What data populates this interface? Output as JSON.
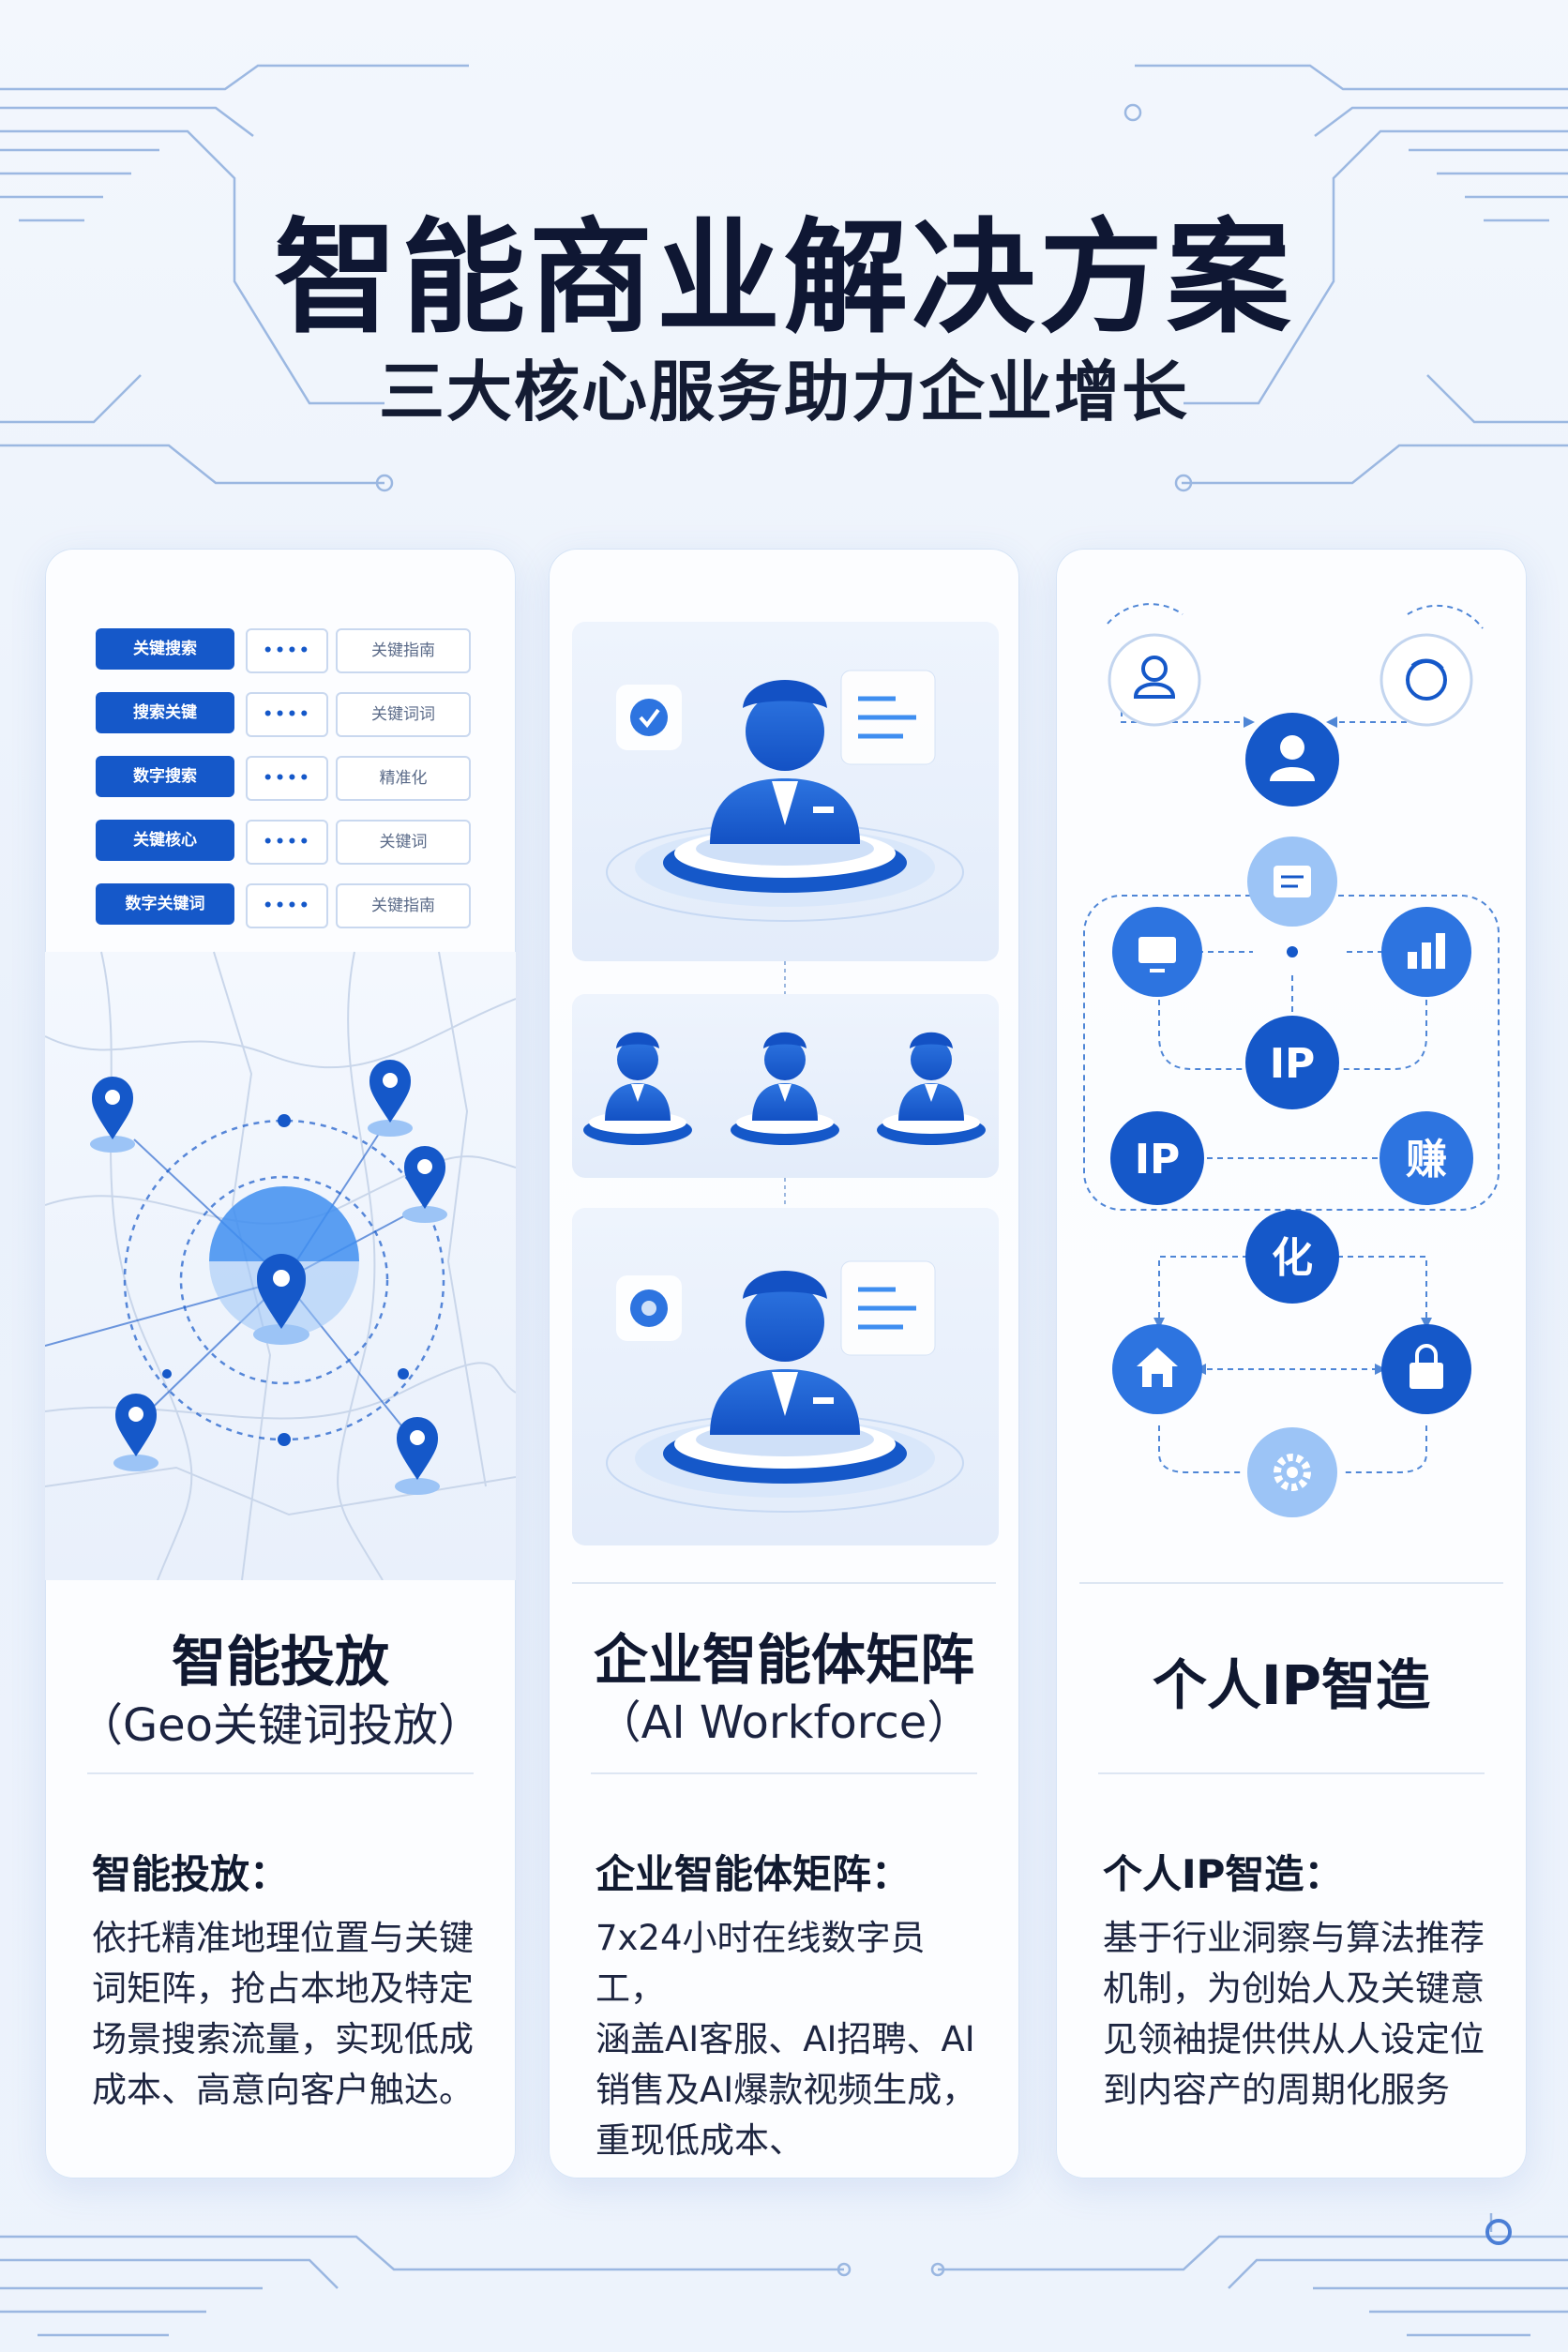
{
  "header": {
    "title": "智能商业解决方案",
    "subtitle": "三大核心服务助力企业增长"
  },
  "cards": [
    {
      "title": "智能投放",
      "subtitle": "（Geo关键词投放）",
      "section_heading": "智能投放：",
      "lines": [
        "依托精准地理位置与关键",
        "词矩阵，抢占本地及特定",
        "场景搜索流量，实现低成",
        "成本、高意向客户触达。"
      ],
      "keywords": [
        {
          "tag": "关键搜索",
          "value": "••••",
          "hint": "关键指南"
        },
        {
          "tag": "搜索关键",
          "value": "••••",
          "hint": "关键词词"
        },
        {
          "tag": "数字搜索",
          "value": "••••",
          "hint": "精准化"
        },
        {
          "tag": "关键核心",
          "value": "••••",
          "hint": "关键词"
        },
        {
          "tag": "数字关键词",
          "value": "••••",
          "hint": "关键指南"
        }
      ]
    },
    {
      "title": "企业智能体矩阵",
      "subtitle": "（AI Workforce）",
      "section_heading": "企业智能体矩阵：",
      "lines": [
        "7x24小时在线数字员工，",
        "涵盖AI客服、AI招聘、AI",
        "销售及AI爆款视频生成，",
        "重现低成本、"
      ]
    },
    {
      "title": "个人IP智造",
      "subtitle": "",
      "section_heading": "个人IP智造：",
      "lines": [
        "基于行业洞察与算法推荐",
        "机制，为创始人及关键意",
        "见领袖提供供从人设定位",
        "到内容产的周期化服务"
      ],
      "nodes": {
        "ip_center": "IP",
        "ip_left": "IP",
        "earn": "赚",
        "transform": "化"
      }
    }
  ],
  "colors": {
    "accent": "#1558c9",
    "light_accent": "#5f9df0",
    "title": "#0f1733"
  }
}
